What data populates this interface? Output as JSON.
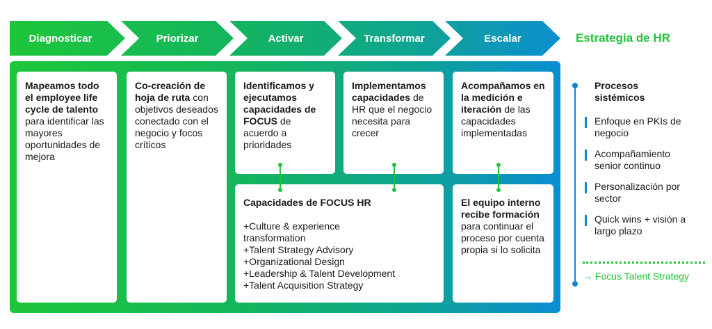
{
  "phases": [
    "Diagnosticar",
    "Priorizar",
    "Activar",
    "Transformar",
    "Escalar"
  ],
  "cards": [
    {
      "bold": "Mapeamos todo el employee life cycle de talento",
      "rest": " para identificar las mayores oportunidades de mejora"
    },
    {
      "bold": "Co-creación de hoja de ruta",
      "rest": " con objetivos deseados conectado con el negocio y focos críticos"
    },
    {
      "bold": "Identificamos y ejecutamos capacidades de FOCUS",
      "rest": " de acuerdo a prioridades"
    },
    {
      "bold": "Implementamos capacidades",
      "rest": " de HR que el negocio necesita para crecer"
    },
    {
      "bold": "Acompañamos en la medición e iteración",
      "rest": " de las capacidades implementadas"
    }
  ],
  "capabilities": {
    "title": "Capacidades de FOCUS HR",
    "items": [
      "+Culture & experience transformation",
      "+Talent Strategy Advisory",
      "+Organizational Design",
      "+Leadership & Talent Development",
      "+Talent Acquisition Strategy"
    ]
  },
  "training": {
    "bold": "El equipo interno recibe formación",
    "rest": " para continuar el proceso por cuenta propia si lo solicita"
  },
  "strategy": {
    "title": "Estrategia de HR",
    "heading": "Procesos sistémicos",
    "items": [
      "Enfoque en PKIs de negocio",
      "Acompañamiento senior continuo",
      "Personalización por sector",
      "Quick wins + visión a largo plazo"
    ],
    "footer": "→ Focus Talent Strategy"
  },
  "colors": {
    "green": "#22c33a",
    "blue": "#1384d0"
  }
}
